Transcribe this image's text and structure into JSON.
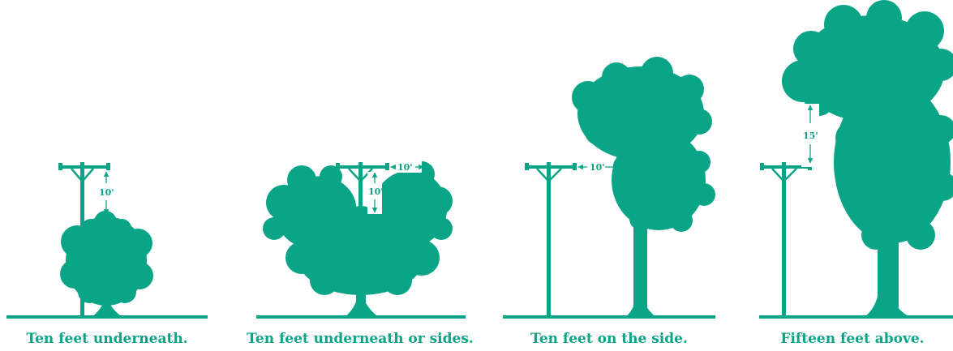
{
  "colors": {
    "green": "#0aa486",
    "background": "#ffffff"
  },
  "panels": [
    {
      "caption": "Ten feet underneath.",
      "clearances": [
        "10'"
      ]
    },
    {
      "caption": "Ten feet underneath or sides.",
      "clearances": [
        "10'",
        "10'"
      ]
    },
    {
      "caption": "Ten feet on the side.",
      "clearances": [
        "10'"
      ]
    },
    {
      "caption": "Fifteen feet above.",
      "clearances": [
        "15'"
      ]
    }
  ]
}
